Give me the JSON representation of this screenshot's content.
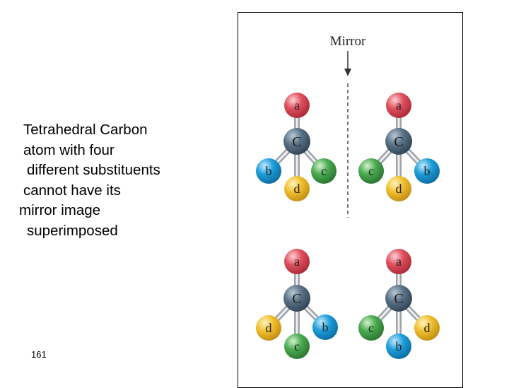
{
  "caption": {
    "lines": [
      "Tetrahedral Carbon",
      "atom with four",
      "different substituents",
      "cannot have its",
      "mirror image",
      "superimposed"
    ]
  },
  "page_number": "161",
  "figure": {
    "mirror_label": "Mirror",
    "atom_labels": {
      "center": "C",
      "a": "a",
      "b": "b",
      "c": "c",
      "d": "d"
    },
    "colors": {
      "carbon": "#5a7286",
      "a": "#e0505e",
      "b": "#1e9ed8",
      "c": "#4aaa50",
      "d": "#f0c030",
      "bond": "#c9ccd0"
    }
  }
}
